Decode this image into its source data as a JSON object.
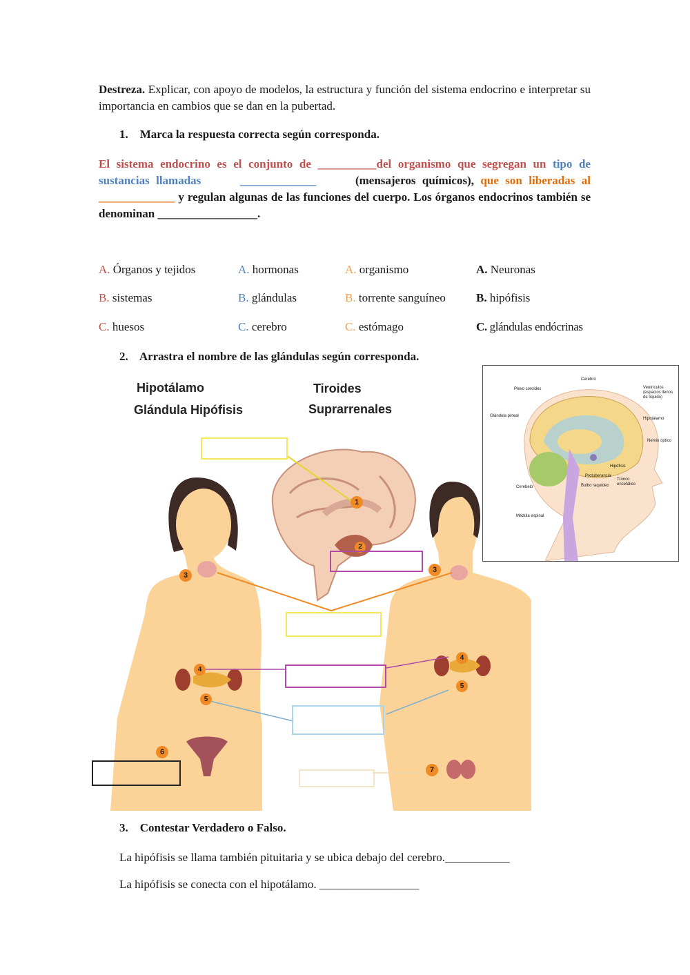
{
  "intro": {
    "lead": "Destreza.",
    "text": "Explicar, con apoyo de modelos, la estructura y función del sistema endocrino e interpretar su importancia en cambios que se dan en la pubertad."
  },
  "q1": {
    "number": "1.",
    "title": "Marca la respuesta correcta según corresponda.",
    "s1": "El sistema endocrino es el conjunto de ",
    "b1": "__________",
    "s2": "del organismo que segregan un ",
    "s3": "tipo de sustancias llamadas",
    "b2": "_____________",
    "s4": "(mensajeros químicos), ",
    "s5": "que son liberadas al",
    "b3": "_____________",
    "s6": " y regulan algunas de las funciones del cuerpo. Los órganos endocrinos también se denominan ",
    "b4": "_________________",
    "s7": ".",
    "options": [
      [
        {
          "letter": "A.",
          "text": "Órganos y tejidos"
        },
        {
          "letter": "A.",
          "text": "hormonas"
        },
        {
          "letter": "A.",
          "text": "organismo"
        },
        {
          "letter": "A.",
          "text": "Neuronas"
        }
      ],
      [
        {
          "letter": "B.",
          "text": "sistemas"
        },
        {
          "letter": "B.",
          "text": "glándulas"
        },
        {
          "letter": "B.",
          "text": "torrente sanguíneo"
        },
        {
          "letter": "B.",
          "text": "hipófisis"
        }
      ],
      [
        {
          "letter": "C.",
          "text": "huesos"
        },
        {
          "letter": "C.",
          "text": "cerebro"
        },
        {
          "letter": "C.",
          "text": "estómago"
        },
        {
          "letter": "C.",
          "text": "glándulas endócrinas"
        }
      ]
    ]
  },
  "q2": {
    "number": "2.",
    "title": "Arrastra el nombre de las glándulas según corresponda.",
    "words": [
      "Hipotálamo",
      "Tiroides",
      "Glándula Hipófisis",
      "Suprarrenales"
    ],
    "markers": [
      "1",
      "2",
      "3",
      "3",
      "4",
      "5",
      "4",
      "5",
      "6",
      "7"
    ]
  },
  "inset": {
    "labels": [
      "Cerebro",
      "Plexo coroides",
      "Ventrículos (espacios llenos de líquido)",
      "Glándula pineal",
      "Hipotálamo",
      "Nervio óptico",
      "Hipófisis",
      "Protuberancia",
      "Tronco encefálico",
      "Cerebelo",
      "Bulbo raquídeo",
      "Médula espinal"
    ]
  },
  "q3": {
    "number": "3.",
    "title": "Contestar Verdadero o Falso.",
    "items": [
      {
        "text": "La hipófisis se llama también pituitaria y se ubica debajo del cerebro.",
        "blank": "___________"
      },
      {
        "text": "La hipófisis se conecta con el hipotálamo. ",
        "blank": "_________________"
      }
    ]
  },
  "colors": {
    "red": "#c0504d",
    "blue": "#4f81bd",
    "orange": "#e36c09",
    "skin": "#fcd39a",
    "marker": "#f08a24"
  }
}
